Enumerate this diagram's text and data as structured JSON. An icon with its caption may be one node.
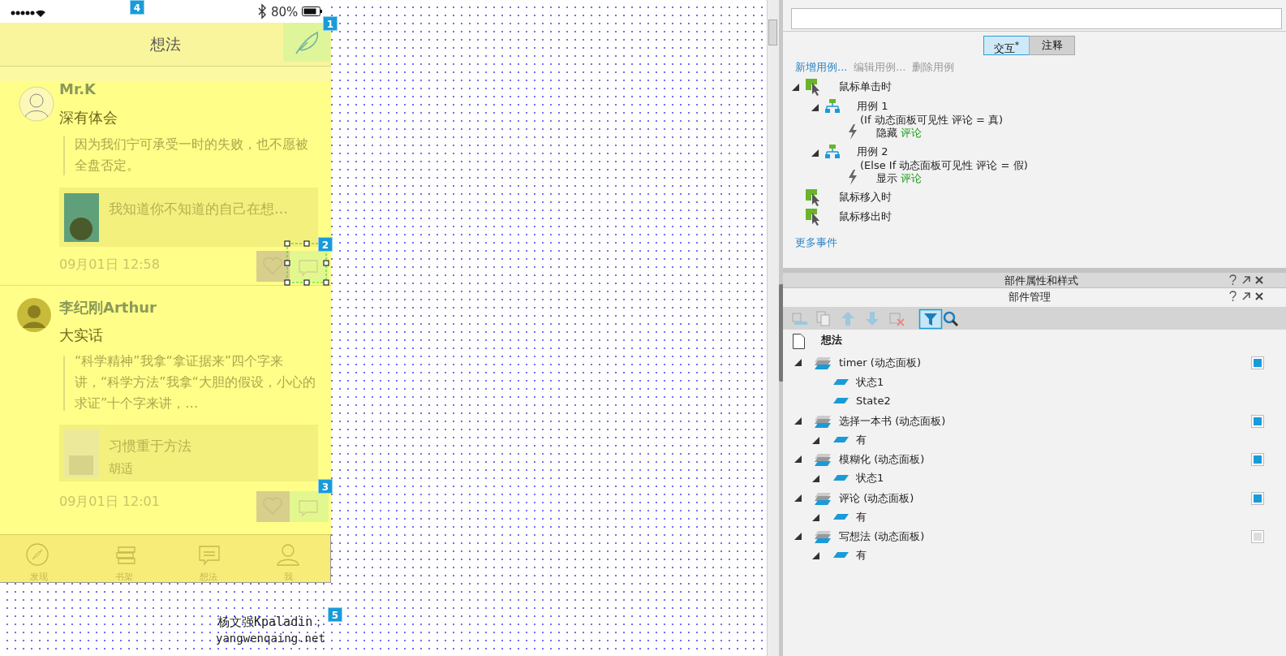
{
  "diagram": {
    "nodes": [
      {
        "text": [
          "想法"
        ]
      },
      {
        "text": [
          "Mr.K",
          "深有体会",
          "因为我们宁可承受一时的失败，也不愿被全盘否定。",
          "我知道你不知道的自己在想…",
          "09月01日 12:58"
        ]
      },
      {
        "text": [
          "李纪刚Arthur",
          "大实话",
          "“科学精神”我拿“拿证据来”四个字来讲，“科学方法”我拿“大胆的假设，小心的求证”十个字来讲，…",
          "习惯重于方法",
          "胡适",
          "09月01日 12:01"
        ]
      },
      {
        "text": [
          "发现",
          "书架",
          "想法",
          "我"
        ]
      },
      {
        "text": [
          "交互$^{*}$",
          "注释",
          "新增用例...",
          "编辑用例...",
          "删除用例",
          "鼠标单击时",
          "用例 1",
          "(If 动态面板可见性 评论 = 真)",
          "隐藏",
          "评论",
          "用例 2",
          "(Else If 动态面板可见性 评论 = 假)",
          "显示",
          "评论",
          "鼠标移入时",
          "鼠标移出时",
          "更多事件"
        ]
      },
      {
        "text": [
          "部件属性和样式"
        ]
      },
      {
        "text": [
          "部件管理",
          "想法",
          "timer (动态面板)",
          "状态1",
          "State2",
          "选择一本书 (动态面板)",
          "有",
          "模糊化 (动态面板)",
          "状态1",
          "评论 (动态面板)",
          "有",
          "写想法 (动态面板)",
          "有"
        ]
      }
    ],
    "labels": [
      "4",
      "80%",
      "1",
      "2",
      "3",
      "5",
      "杨文强Kpaladin；",
      "yangwenqaing.net"
    ]
  }
}
